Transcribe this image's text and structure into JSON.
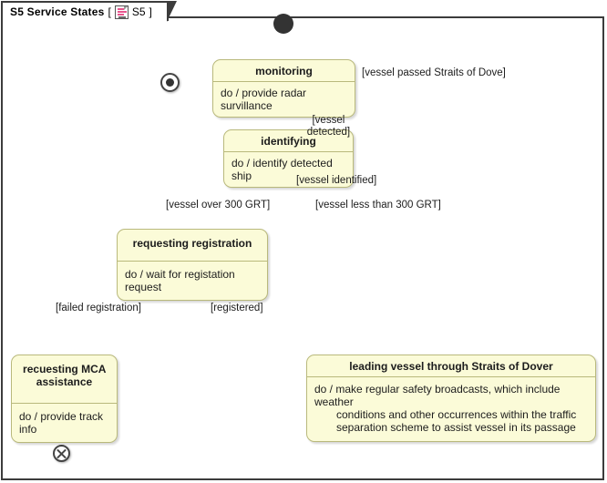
{
  "diagram": {
    "title": "S5 Service States",
    "tab_bracket_open": "[",
    "tab_bracket_close": "]",
    "tab_id": "S5",
    "icon": "state-diagram-icon",
    "type": "uml-state-machine-diagram",
    "colors": {
      "state_fill": "#FBFBD8",
      "state_border": "#B9B97C",
      "frame_border": "#3C3C3C",
      "canvas": "#FFFFFF",
      "line": "#333333",
      "text": "#1C1C1C",
      "icon_accent": "#E8558E"
    }
  },
  "nodes": {
    "initial": {
      "kind": "initial-node",
      "label": ""
    },
    "final": {
      "kind": "final-state-node",
      "label": ""
    },
    "terminate": {
      "kind": "terminate-node",
      "label": ""
    },
    "decision_1": {
      "kind": "decision-node",
      "label": ""
    },
    "decision_2": {
      "kind": "decision-node",
      "label": ""
    }
  },
  "states": [
    {
      "id": "monitoring",
      "name": "monitoring",
      "activity": "do / provide radar survillance"
    },
    {
      "id": "identifying",
      "name": "identifying",
      "activity": "do / identify detected ship"
    },
    {
      "id": "requesting_registration",
      "name": "requesting registration",
      "activity": "do / wait for registation request"
    },
    {
      "id": "requesting_mca_assistance",
      "name_line1": "recuesting MCA",
      "name_line2": "assistance",
      "activity": "do / provide track info"
    },
    {
      "id": "leading_vessel",
      "name": "leading vessel through Straits of Dover",
      "activity_line1": "do / make regular safety broadcasts, which include weather",
      "activity_line2": "conditions and other occurrences within the traffic",
      "activity_line3": "separation scheme to assist vessel in its passage"
    }
  ],
  "transitions": [
    {
      "id": "t_start",
      "from": "initial",
      "to": "monitoring",
      "guard": ""
    },
    {
      "id": "t_detected",
      "from": "monitoring",
      "to": "identifying",
      "guard_line1": "[vessel",
      "guard_line2": "detected]"
    },
    {
      "id": "t_identified",
      "from": "identifying",
      "to": "decision_1",
      "guard": "[vessel identified]"
    },
    {
      "id": "t_over300",
      "from": "decision_1",
      "to": "requesting_registration",
      "guard": "[vessel over 300 GRT]"
    },
    {
      "id": "t_less300",
      "from": "decision_1",
      "to": "leading_vessel",
      "guard": "[vessel less than 300 GRT]"
    },
    {
      "id": "t_failed",
      "from": "decision_2",
      "to": "requesting_mca_assistance",
      "guard": "[failed registration]"
    },
    {
      "id": "t_registered",
      "from": "decision_2",
      "to": "leading_vessel",
      "guard": "[registered]"
    },
    {
      "id": "t_passed",
      "from": "leading_vessel",
      "to": "monitoring",
      "guard": "[vessel passed Straits of Dove]"
    },
    {
      "id": "t_final",
      "from": "monitoring",
      "to": "final",
      "guard": ""
    },
    {
      "id": "t_terminate",
      "from": "requesting_mca_assistance",
      "to": "terminate",
      "guard": ""
    }
  ]
}
